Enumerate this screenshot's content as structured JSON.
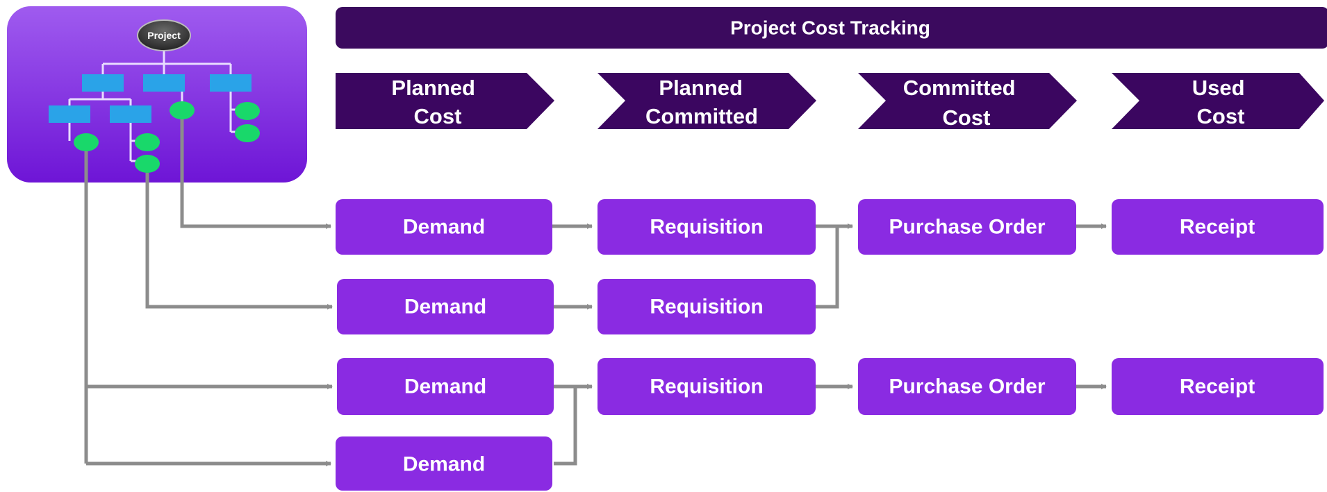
{
  "title": "Project Cost Tracking",
  "project_label": "Project",
  "stages": [
    {
      "line1": "Planned",
      "line2": "Cost"
    },
    {
      "line1": "Planned",
      "line2": "Committed"
    },
    {
      "line1": "Committed",
      "line2": "Cost"
    },
    {
      "line1": "Used",
      "line2": "Cost"
    }
  ],
  "rows": [
    {
      "demand": "Demand",
      "requisition": "Requisition",
      "purchase_order": "Purchase Order",
      "receipt": "Receipt"
    },
    {
      "demand": "Demand",
      "requisition": "Requisition"
    },
    {
      "demand": "Demand",
      "requisition": "Requisition",
      "purchase_order": "Purchase Order",
      "receipt": "Receipt"
    },
    {
      "demand": "Demand"
    }
  ],
  "colors": {
    "title_bar": "#3b0a5e",
    "stage_chevron": "#3b0660",
    "box": "#8a2be2",
    "connector": "#8c8c8c",
    "tree_node": "#2aa3e8",
    "tree_leaf": "#19d86a",
    "tree_line": "#e8dcff"
  }
}
